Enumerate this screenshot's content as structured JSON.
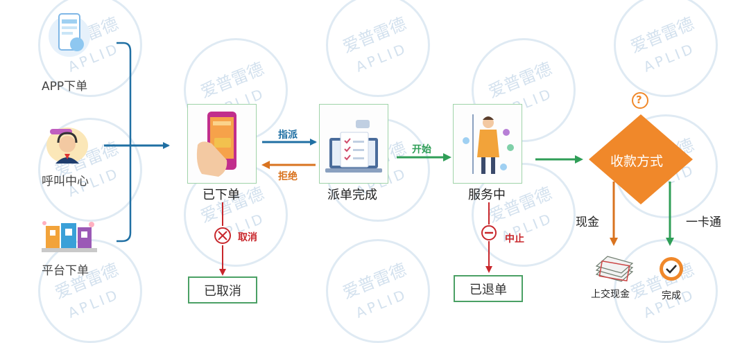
{
  "watermark": {
    "line1": "爱普雷德",
    "line2": "APLID"
  },
  "sources": {
    "app": "APP下单",
    "call_center": "呼叫中心",
    "platform": "平台下单"
  },
  "nodes": {
    "ordered": "已下单",
    "dispatched": "派单完成",
    "in_service": "服务中",
    "payment": "收款方式",
    "question_mark": "?"
  },
  "arrows": {
    "assign": "指派",
    "reject": "拒绝",
    "start": "开始",
    "cancel": "取消",
    "abort": "中止"
  },
  "payment_options": {
    "cash": "现金",
    "card": "一卡通",
    "hand_in_cash": "上交现金",
    "complete": "完成"
  },
  "end_states": {
    "cancelled": "已取消",
    "refunded": "已退单"
  },
  "colors": {
    "blue": "#1f6fa3",
    "orange": "#d9731f",
    "green": "#2f9e57",
    "red": "#c8262b",
    "diamond": "#f0882a",
    "box_border": "#4aa064"
  }
}
